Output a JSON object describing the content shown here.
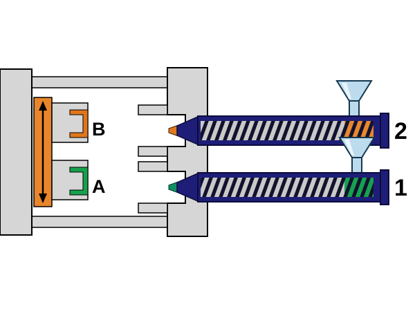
{
  "labels": {
    "cavity_top": "B",
    "cavity_bottom": "A",
    "unit_top": "2",
    "unit_bottom": "1"
  },
  "colors": {
    "background": "#ffffff",
    "plate-gray": "#d6d6d6",
    "plate-stroke": "#000000",
    "bar-orange": "#e8862c",
    "bracket-orange": "#e0761c",
    "bracket-green": "#17a14e",
    "barrel-navy": "#1e1e78",
    "barrel-stroke": "#0c0c3c",
    "screw-gray": "#c9c9c9",
    "stripe-dark": "#12122e",
    "melt-orange": "#e8872e",
    "melt-green": "#17a14e",
    "nozzle-tip-orange": "#e07a1e",
    "nozzle-tip-green": "#0f8f66",
    "hopper-blue": "#bcdcee",
    "hopper-highlight": "#eaf5fb",
    "hopper-stroke": "#16374f",
    "arrow-black": "#000000"
  }
}
